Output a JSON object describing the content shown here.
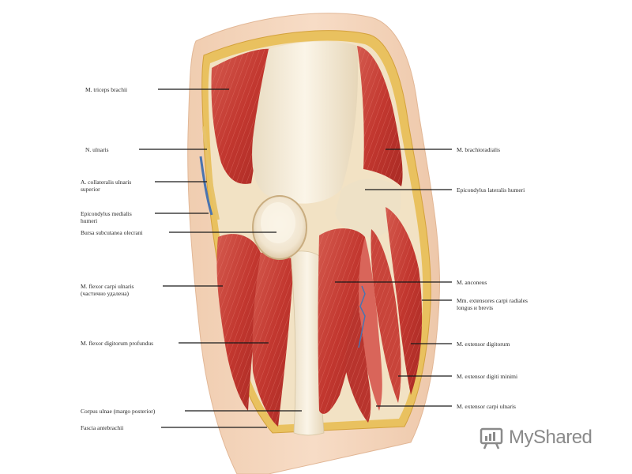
{
  "diagram": {
    "labels_left": [
      {
        "id": "triceps",
        "text": "M. triceps brachii"
      },
      {
        "id": "ulnar-nerve",
        "text": "N. ulnaris"
      },
      {
        "id": "collateral-artery",
        "text": "A. collateralis ulnaris\nsuperior"
      },
      {
        "id": "medial-epicondyle",
        "text": "Epicondylus medialis\nhumeri"
      },
      {
        "id": "bursa",
        "text": "Bursa subcutanea olecrani"
      },
      {
        "id": "fcu",
        "text": "M. flexor carpi ulnaris\n(частично удалена)"
      },
      {
        "id": "fdp",
        "text": "M. flexor digitorum profundus"
      },
      {
        "id": "ulna-body",
        "text": "Corpus ulnae (margo posterior)"
      },
      {
        "id": "fascia",
        "text": "Fascia antebrachii"
      }
    ],
    "labels_right": [
      {
        "id": "brachioradialis",
        "text": "M. brachioradialis"
      },
      {
        "id": "lateral-epicondyle",
        "text": "Epicondylus lateralis humeri"
      },
      {
        "id": "anconeus",
        "text": "M. anconeus"
      },
      {
        "id": "ecr",
        "text": "Mm. extensores carpi radiales\nlongus и brevis"
      },
      {
        "id": "ed",
        "text": "M. extensor digitorum"
      },
      {
        "id": "edm",
        "text": "M. extensor digiti minimi"
      },
      {
        "id": "ecu",
        "text": "M. extensor carpi ulnaris"
      }
    ]
  },
  "watermark": {
    "text": "MyShared",
    "icon": "presentation-board-icon"
  },
  "colors": {
    "skin": "#f3d3b8",
    "muscle": "#c9443c",
    "muscle_dark": "#a32a25",
    "tendon": "#efe6cf",
    "bone": "#f4ecd8",
    "fat": "#e8b85a"
  }
}
